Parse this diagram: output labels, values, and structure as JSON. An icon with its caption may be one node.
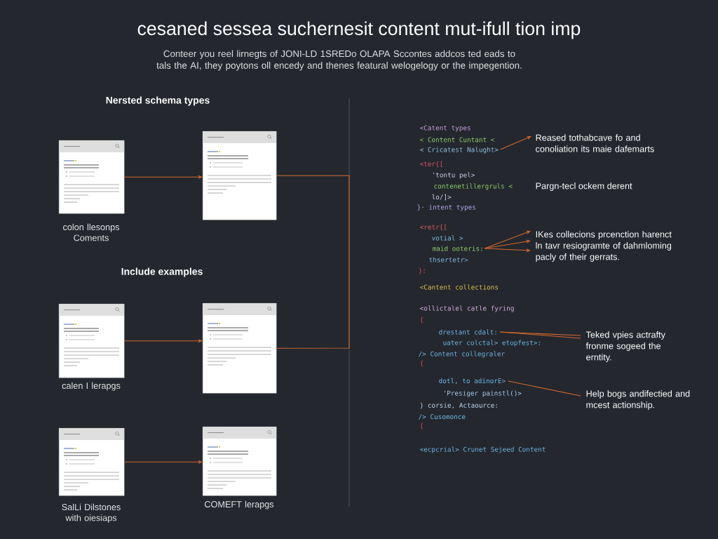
{
  "diagram": {
    "title": "cesaned sessea suchernesit content mut-ifull tion imp",
    "caption": "Conteer you reel lirnegts of JONI-LD 1SREDo OLAPA Sccontes addcos ted eads to tals the AI, they poytons oll encedy and thenes featural welogelogy or the impegention.",
    "nodes": [
      {
        "text": [],
        "shape": "picture",
        "beside": [
          "colon llesonps Coments"
        ]
      },
      {
        "text": [],
        "shape": "picture"
      },
      {
        "text": [],
        "shape": "picture",
        "beside": [
          "calen I lerapgs"
        ]
      },
      {
        "text": [],
        "shape": "picture"
      },
      {
        "text": [],
        "shape": "picture",
        "beside": [
          "SalLi Dilstones with oiesiaps"
        ]
      },
      {
        "text": [],
        "shape": "picture",
        "beside": [
          "COMEFT lerapgs"
        ]
      },
      {
        "text": [
          "< Cricatest Nalught>"
        ]
      },
      {
        "text": [
          "Reased tothabcave fo and conoliation its maie dafemarts"
        ]
      },
      {
        "text": [
          "maid ooteris:"
        ]
      },
      {
        "text": [
          "IKes collecions prcenction harenct ln tavr resiogramte of dahmloming pacly of their gerrats."
        ]
      },
      {
        "text": [
          "drestant cdalt:"
        ]
      },
      {
        "text": [
          "Teked vpies actrafty fronme sogeed the erntity."
        ]
      },
      {
        "text": [
          "dotl, to adinorE>"
        ]
      },
      {
        "text": [
          "Help bogs andifectied and mcest actionship."
        ]
      }
    ],
    "edges": [
      {
        "from": 0,
        "to": 1,
        "arrow": "to"
      },
      {
        "from": 2,
        "to": 3,
        "arrow": "to"
      },
      {
        "from": 4,
        "to": 5,
        "arrow": "to"
      },
      {
        "from": 1,
        "to": 3,
        "arrow": "none"
      },
      {
        "from": 6,
        "to": 7,
        "arrow": "to"
      },
      {
        "from": 8,
        "to": 9,
        "arrow": "to"
      },
      {
        "from": 8,
        "to": 9,
        "arrow": "to"
      },
      {
        "from": 8,
        "to": 9,
        "arrow": "to"
      },
      {
        "from": 10,
        "to": 11,
        "arrow": "none"
      },
      {
        "from": 10,
        "to": 11,
        "arrow": "none"
      },
      {
        "from": 12,
        "to": 13,
        "arrow": "none"
      }
    ],
    "labels": [
      "Nersted schema types",
      "Include examples",
      "<Catent types",
      "< Content Cuntant <",
      "<ter{[",
      "'tontu pel>",
      "contenetillergruls <",
      "Pargn-tecl ockem derent",
      "lo/]>",
      "}· intent types",
      "<retr{[",
      "votial >",
      "thsertetr>",
      "}:",
      "<Cantent collections",
      "<ollictalel catle fyring",
      "{",
      "uater colctal> etopfest>:",
      "/> Content collegraler",
      "{",
      "'Presiger painstl()>",
      "} corsie, Actaource:",
      "/> Cusomonce",
      "{",
      "<ecpcrial> Crunet Sejeed Content"
    ]
  }
}
